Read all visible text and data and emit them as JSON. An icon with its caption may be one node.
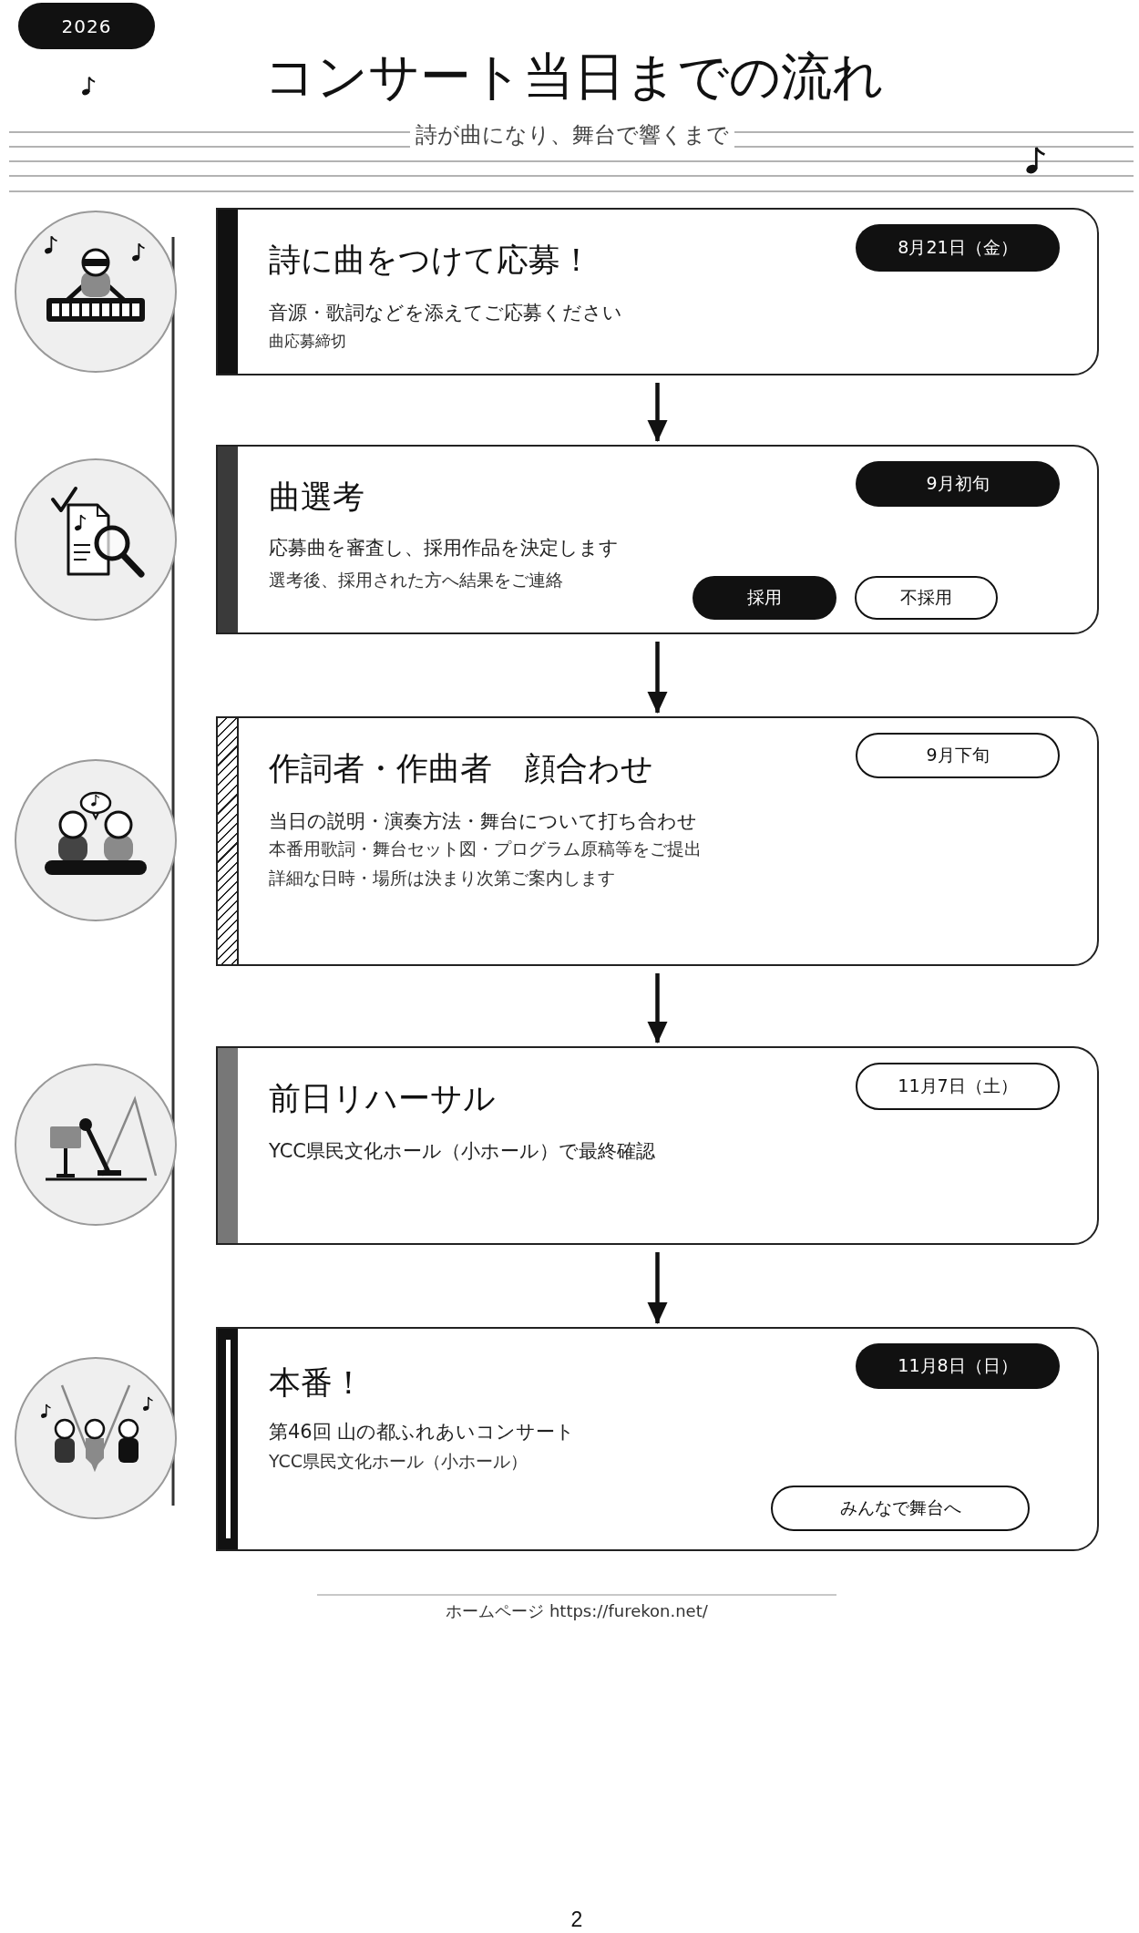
{
  "diagram": {
    "title": "コンサート当日までの流れ",
    "nodes": [
      {
        "text": [
          "2026"
        ]
      },
      {
        "text": [
          "詩に曲をつけて応募！",
          "音源・歌詞などを添えてご応募ください",
          "曲応募締切"
        ]
      },
      {
        "text": [
          "8月21日（金）"
        ],
        "in": 1
      },
      {
        "text": [
          "曲選考",
          "応募曲を審査し、採用作品を決定します",
          "選考後、採用された方へ結果をご連絡"
        ]
      },
      {
        "text": [
          "9月初旬"
        ],
        "in": 3
      },
      {
        "text": [
          "採用"
        ],
        "in": 3
      },
      {
        "text": [
          "不採用"
        ],
        "in": 3
      },
      {
        "text": [
          "作詞者・作曲者　顔合わせ",
          "当日の説明・演奏方法・舞台について打ち合わせ",
          "本番用歌詞・舞台セット図・プログラム原稿等をご提出",
          "詳細な日時・場所は決まり次第ご案内します"
        ]
      },
      {
        "text": [
          "9月下旬"
        ],
        "in": 7
      },
      {
        "text": [
          "前日リハーサル",
          "YCC県民文化ホール（小ホール）で最終確認"
        ]
      },
      {
        "text": [
          "11月7日（土）"
        ],
        "in": 9
      },
      {
        "text": [
          "本番！",
          "第46回 山の都ふれあいコンサート",
          "YCC県民文化ホール（小ホール）"
        ]
      },
      {
        "text": [
          "11月8日（日）"
        ],
        "in": 11
      },
      {
        "text": [
          "みんなで舞台へ"
        ],
        "in": 11
      }
    ],
    "edges": [
      {
        "from": 1,
        "to": 3,
        "arrow": "to"
      },
      {
        "from": 3,
        "to": 7,
        "arrow": "to"
      },
      {
        "from": 7,
        "to": 9,
        "arrow": "to"
      },
      {
        "from": 9,
        "to": 11,
        "arrow": "to"
      }
    ],
    "labels": [
      "詩が曲になり、舞台で響くまで",
      "ホームページ https://furekon.net/",
      "2"
    ]
  }
}
